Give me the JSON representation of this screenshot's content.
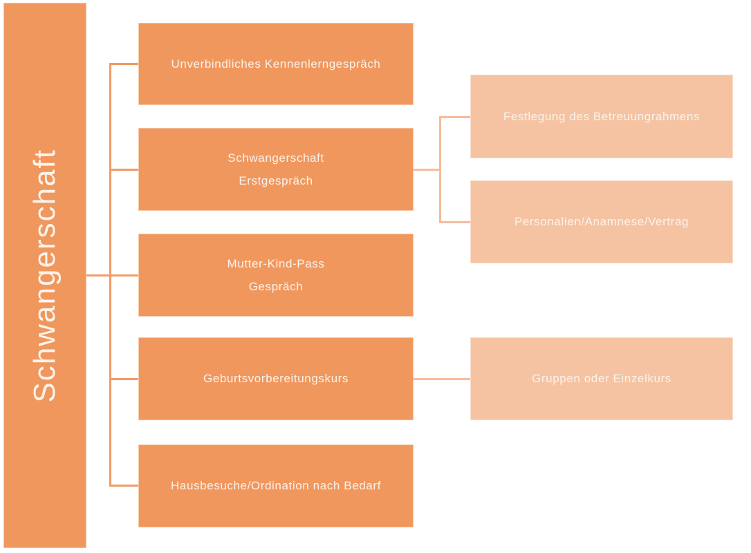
{
  "diagram": {
    "type": "hierarchy",
    "root": {
      "label": "Schwangerschaft"
    },
    "main_boxes": [
      {
        "line1": "Unverbindliches Kennenlerngespräch"
      },
      {
        "line1": "Schwangerschaft",
        "line2": "Erstgespräch"
      },
      {
        "line1": "Mutter-Kind-Pass",
        "line2": "Gespräch"
      },
      {
        "line1": "Geburtsvorbereitungskurs"
      },
      {
        "line1": "Hausbesuche/Ordination nach Bedarf"
      }
    ],
    "sub_boxes": [
      {
        "label": "Festlegung des Betreuungrahmens",
        "parent": "Schwangerschaft Erstgespräch"
      },
      {
        "label": "Personalien/Anamnese/Vertrag",
        "parent": "Schwangerschaft Erstgespräch"
      },
      {
        "label": "Gruppen oder Einzelkurs",
        "parent": "Geburtsvorbereitungskurs"
      }
    ]
  },
  "colors": {
    "fill_main": "#F0975E",
    "fill_sub": "#F5C3A2",
    "line_left": "#F09B64",
    "line_right": "#F4BC9C",
    "text_light": "#FBF3EB",
    "canvas_bg": "#FFFFFF"
  }
}
